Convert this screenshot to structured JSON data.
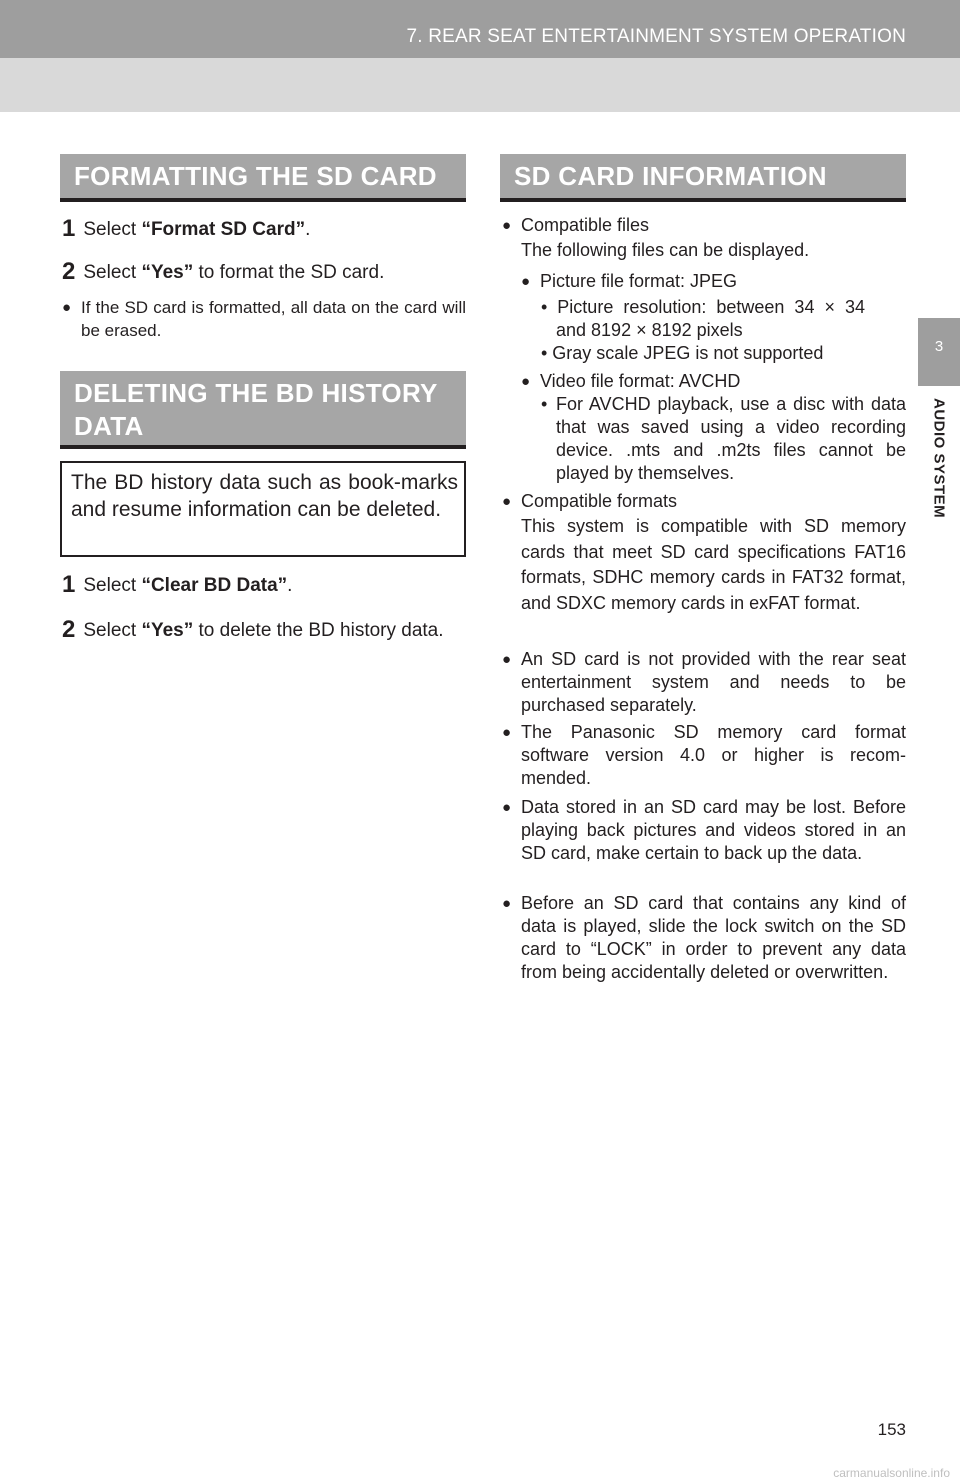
{
  "header": {
    "section_title": "7. REAR SEAT ENTERTAINMENT SYSTEM OPERATION"
  },
  "side": {
    "tab_number": "3",
    "label": "AUDIO SYSTEM"
  },
  "left": {
    "format": {
      "heading": "FORMATTING THE SD CARD",
      "step1_num": "1",
      "step1_pre": "Select ",
      "step1_q": "“Format SD Card”",
      "step1_post": ".",
      "step2_num": "2",
      "step2_pre": "Select ",
      "step2_q": "“Yes”",
      "step2_post": " to format the SD card.",
      "note": "If the SD card is formatted, all data on the card will be erased."
    },
    "delete": {
      "heading_line1": "DELETING THE BD HISTORY",
      "heading_line2": "DATA",
      "box_text": "The BD history data such as book-marks and resume information can be deleted.",
      "step1_num": "1",
      "step1_pre": "Select ",
      "step1_q": "“Clear BD Data”",
      "step1_post": ".",
      "step2_num": "2",
      "step2_pre": "Select ",
      "step2_q": "“Yes”",
      "step2_post": " to delete the BD history data."
    }
  },
  "right": {
    "heading": "SD CARD INFORMATION",
    "compatible_files": "Compatible files",
    "files_desc": "The following files can be displayed.",
    "picture_format": "Picture file format: JPEG",
    "picture_res_1": "• Picture resolution: between 34 × 34",
    "picture_res_2": "and 8192 × 8192 pixels",
    "grayscale": "• Gray scale JPEG is not supported",
    "video_format": "Video file format: AVCHD",
    "avchd_note": "For AVCHD playback, use a disc with data that was saved using a video recording device. .mts and .m2ts files cannot be played by themselves.",
    "compatible_formats": "Compatible formats",
    "formats_desc": "This system is compatible with SD memory cards that meet SD card specifications FAT16 formats, SDHC memory cards in FAT32 format, and SDXC memory cards in exFAT format.",
    "not_provided": "An SD card is not provided with the rear seat entertainment system and needs to be purchased separately.",
    "panasonic": "The Panasonic SD memory card format software version 4.0 or higher is recom-mended.",
    "data_lost": "Data stored in an SD card may be lost. Before playing back pictures and videos stored in an SD card, make certain to back up the data.",
    "lock": "Before an SD card that contains any kind of data is played, slide the lock switch on the SD card to “LOCK” in order to prevent any data from being accidentally deleted or overwritten."
  },
  "page_number": "153",
  "watermark": "carmanualsonline.info"
}
